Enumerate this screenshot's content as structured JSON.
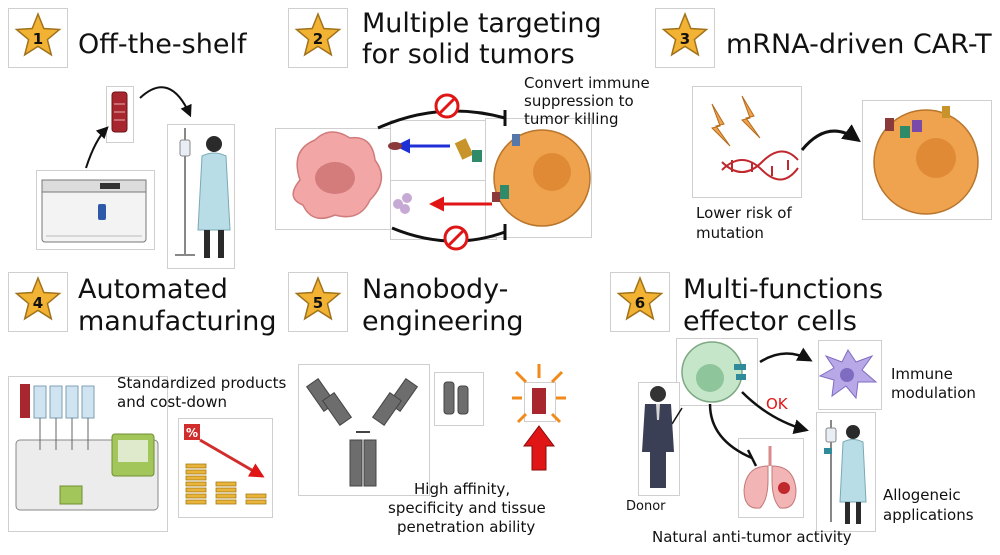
{
  "features": [
    {
      "num": "1",
      "title": [
        "Off-the-shelf"
      ]
    },
    {
      "num": "2",
      "title": [
        "Multiple targeting",
        "for solid tumors"
      ]
    },
    {
      "num": "3",
      "title": [
        "mRNA-driven CAR-T"
      ]
    },
    {
      "num": "4",
      "title": [
        "Automated",
        "manufacturing"
      ]
    },
    {
      "num": "5",
      "title": [
        "Nanobody-",
        "engineering"
      ]
    },
    {
      "num": "6",
      "title": [
        "Multi-functions",
        "effector cells"
      ]
    }
  ],
  "labels": {
    "convert": [
      "Convert immune",
      "suppression to",
      "tumor killing"
    ],
    "mutation": [
      "Lower risk of",
      "mutation"
    ],
    "standardized": [
      "Standardized products",
      "and cost-down"
    ],
    "affinity": [
      "High affinity,",
      "specificity and tissue",
      "penetration ability"
    ],
    "immune": [
      "Immune",
      "modulation"
    ],
    "ok": "OK",
    "donor": "Donor",
    "allogeneic": [
      "Allogeneic",
      "applications"
    ],
    "natural": "Natural anti-tumor activity",
    "percent": "%"
  },
  "colors": {
    "star": "#f2b233",
    "cell_orange": "#f0a34e",
    "cancer_pink": "#f2a6a6",
    "blue_arrow": "#1f2fd6",
    "red_arrow": "#e01515",
    "prohibit": "#e01515",
    "gown": "#b8dde6",
    "nk_green": "#c5e6c8",
    "dc_purple": "#b8a8e8"
  },
  "icons": [
    "star-badge-icon",
    "no-entry-icon",
    "lightning-icon",
    "dna-helix-icon",
    "antibody-icon",
    "coin-stack-icon",
    "patient-iv-icon",
    "incubator-icon",
    "lungs-icon",
    "dendritic-cell-icon"
  ]
}
